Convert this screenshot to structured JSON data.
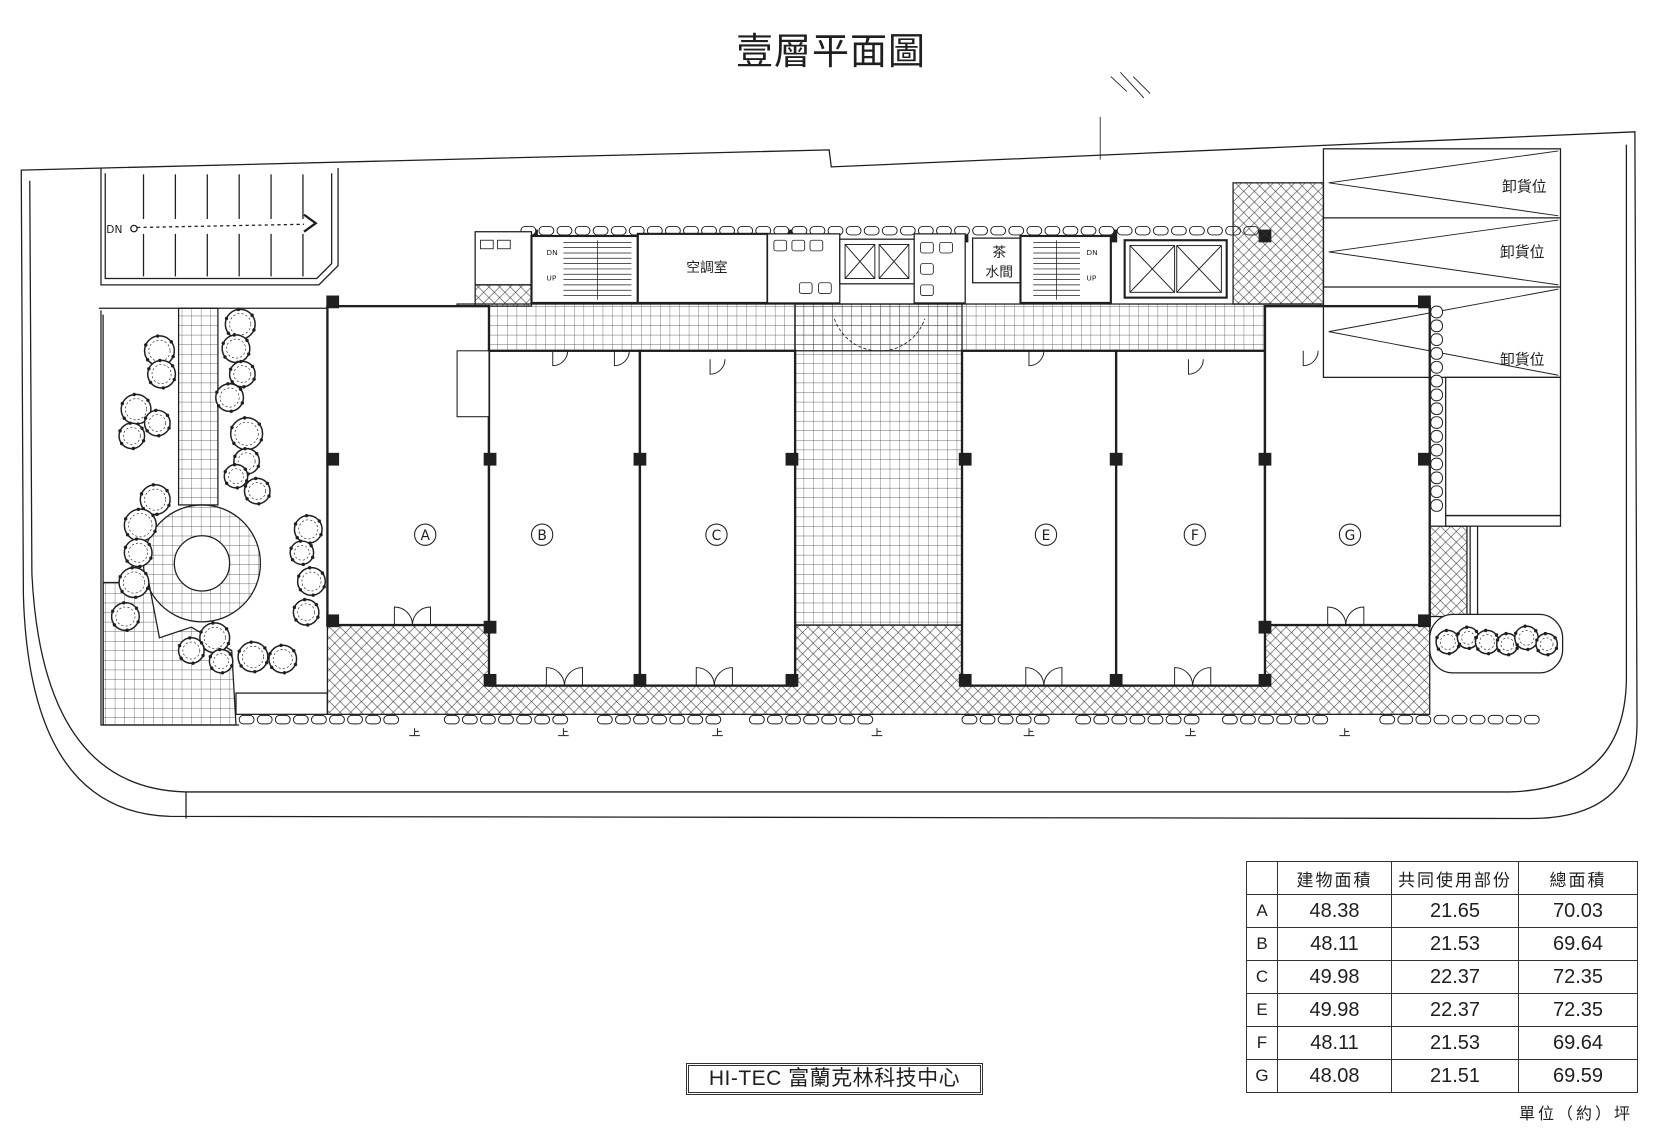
{
  "title": "壹層平面圖",
  "ink_color": "#1f1f1f",
  "plan": {
    "ramp": {
      "label": "DN"
    },
    "stairs": {
      "down": "DN",
      "up": "UP"
    },
    "rooms": {
      "hvac_room": "空調室",
      "pantry_line1": "茶",
      "pantry_line2": "水間"
    },
    "units": [
      "A",
      "B",
      "C",
      "E",
      "F",
      "G"
    ],
    "loading_bays": [
      "卸貨位",
      "卸貨位",
      "卸貨位"
    ]
  },
  "project_name": "HI-TEC 富蘭克林科技中心",
  "area_table": {
    "headers": {
      "building_area": "建物面積",
      "common_area": "共同使用部份",
      "total_area": "總面積"
    },
    "rows": [
      {
        "unit": "A",
        "building_area": "48.38",
        "common_area": "21.65",
        "total_area": "70.03"
      },
      {
        "unit": "B",
        "building_area": "48.11",
        "common_area": "21.53",
        "total_area": "69.64"
      },
      {
        "unit": "C",
        "building_area": "49.98",
        "common_area": "22.37",
        "total_area": "72.35"
      },
      {
        "unit": "E",
        "building_area": "49.98",
        "common_area": "22.37",
        "total_area": "72.35"
      },
      {
        "unit": "F",
        "building_area": "48.11",
        "common_area": "21.53",
        "total_area": "69.64"
      },
      {
        "unit": "G",
        "building_area": "48.08",
        "common_area": "21.51",
        "total_area": "69.59"
      }
    ]
  },
  "unit_note": "單位（約）坪"
}
